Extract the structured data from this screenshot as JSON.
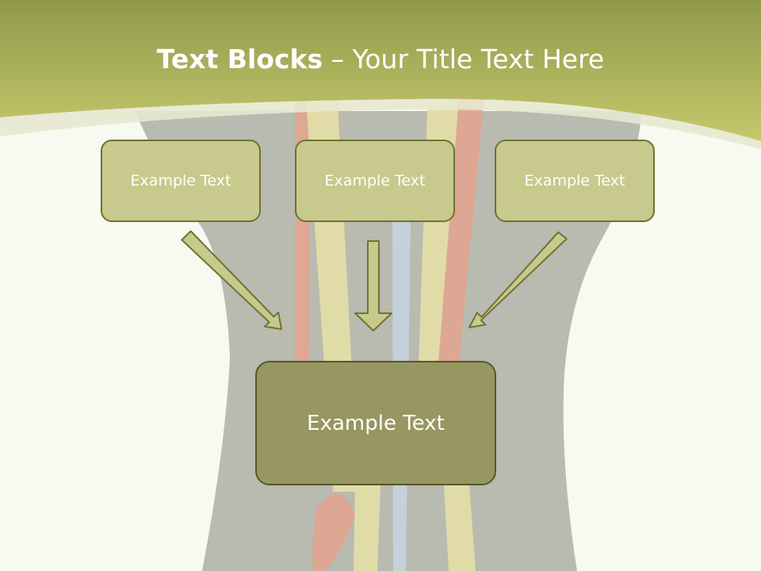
{
  "title": {
    "bold": "Text Blocks",
    "dash": " – ",
    "rest": "Your Title Text Here"
  },
  "boxes": {
    "top_left": "Example Text",
    "top_center": "Example Text",
    "top_right": "Example Text",
    "center": "Example Text"
  },
  "colors": {
    "header": "#a8ae5c",
    "box_light": "#c8c98c",
    "box_dark": "#989661",
    "arrow_fill": "#c8c98c",
    "arrow_stroke": "#6f7330",
    "background": "#f8f9f0"
  }
}
